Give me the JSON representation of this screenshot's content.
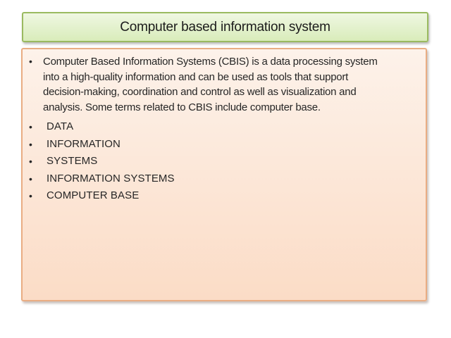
{
  "slide": {
    "title": "Computer based information system",
    "body": {
      "bullet_glyph": "•",
      "paragraph_lines": [
        "Computer Based Information Systems (CBIS) is a data processing system",
        "into a high-quality information and can be used as tools that support",
        "decision-making, coordination and control as well as visualization and",
        "analysis. Some terms related to CBIS include computer base."
      ],
      "items": [
        "DATA",
        "INFORMATION",
        "SYSTEMS",
        "INFORMATION SYSTEMS",
        "COMPUTER BASE"
      ]
    },
    "colors": {
      "background": "#ffffff",
      "title_fill_top": "#eff7e2",
      "title_fill_bottom": "#d9ecba",
      "title_border": "#9aba60",
      "body_fill_top": "#fdf2ea",
      "body_fill_bottom": "#fbdcc6",
      "body_border": "#e9ad83",
      "text": "#262626"
    }
  }
}
